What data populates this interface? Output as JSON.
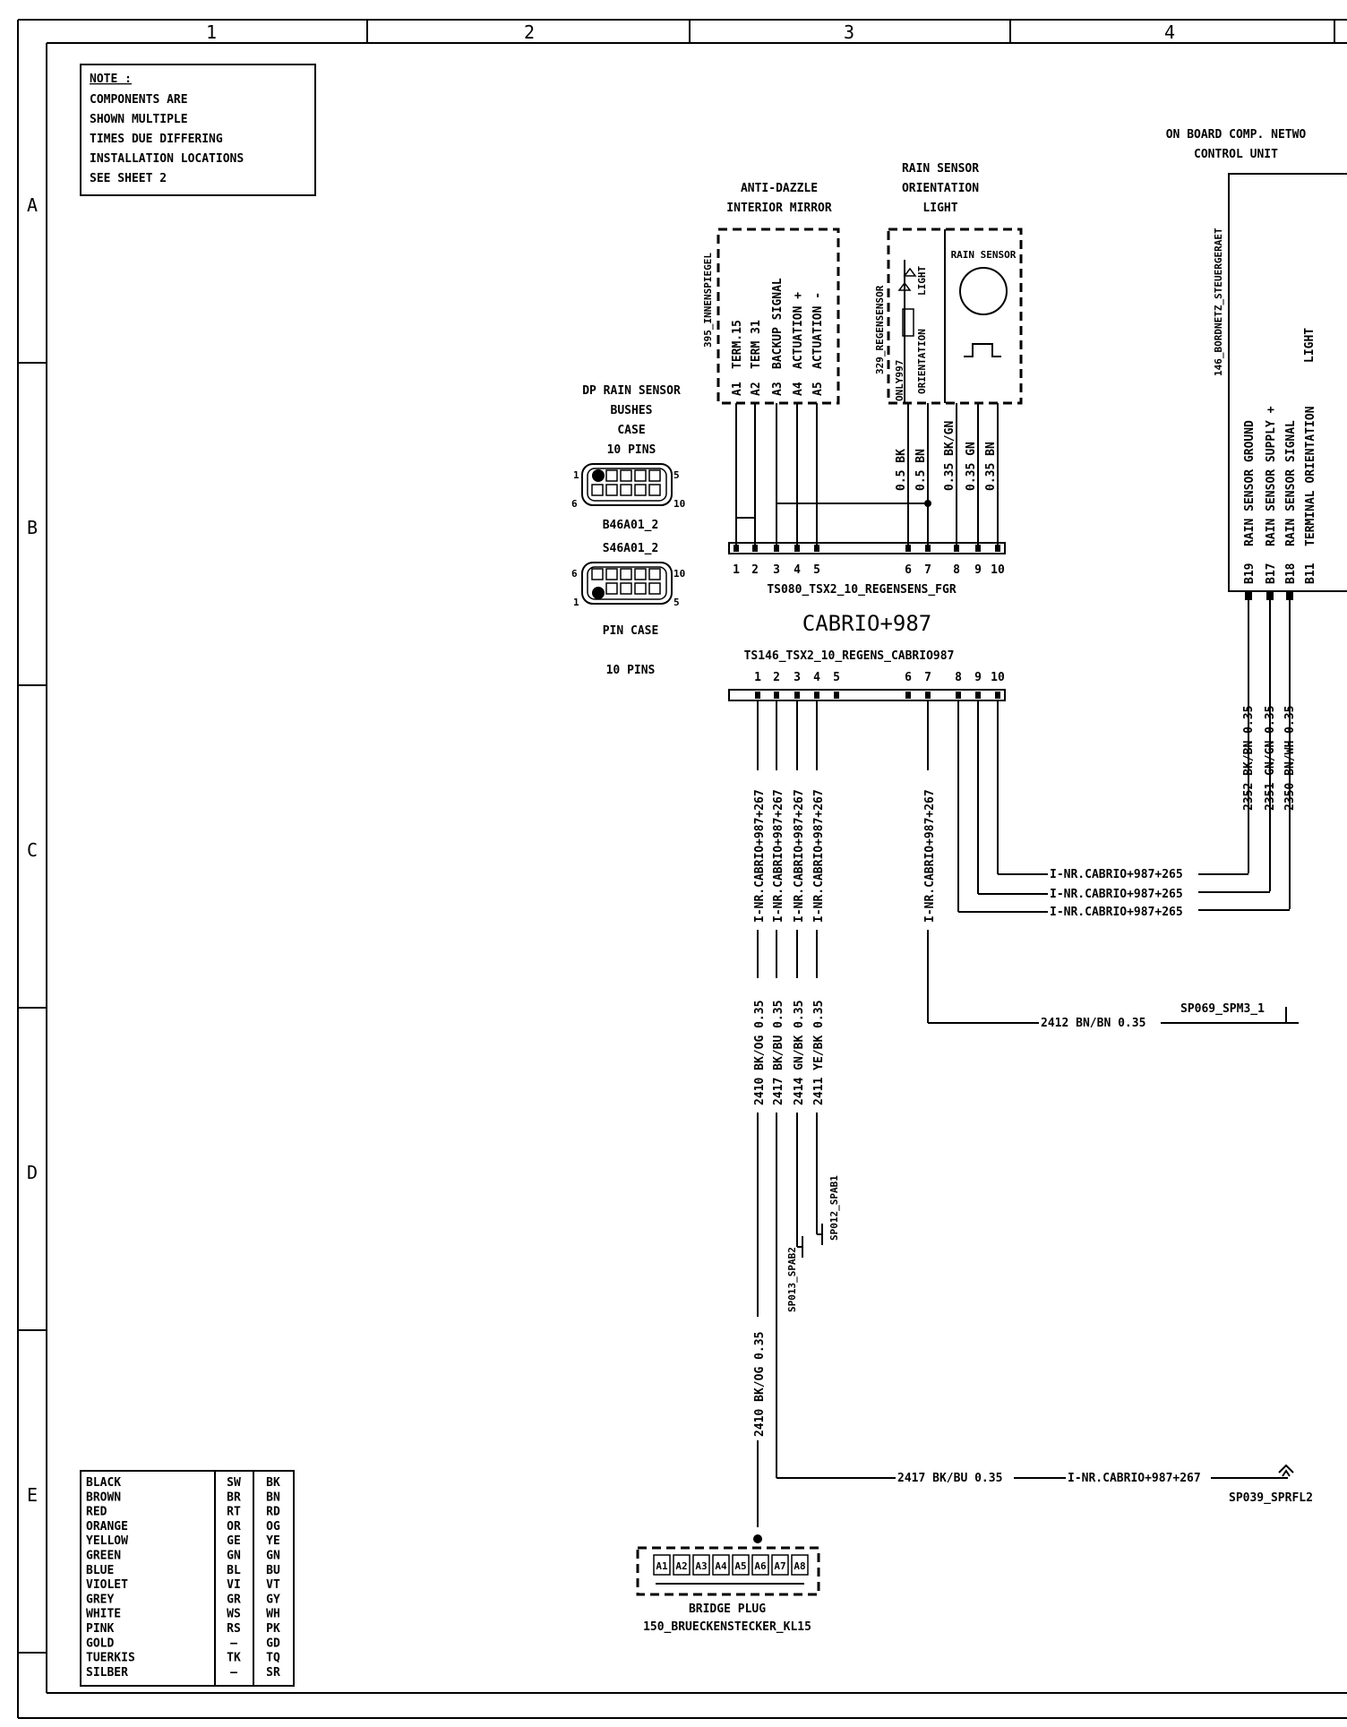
{
  "frame": {
    "columns": [
      "1",
      "2",
      "3",
      "4"
    ],
    "rows": [
      "A",
      "B",
      "C",
      "D",
      "E"
    ]
  },
  "note": {
    "title": "NOTE :",
    "lines": [
      "COMPONENTS ARE",
      "SHOWN MULTIPLE",
      "TIMES DUE DIFFERING",
      "INSTALLATION LOCATIONS",
      "SEE SHEET 2"
    ]
  },
  "mirror": {
    "title": [
      "ANTI-DAZZLE",
      "INTERIOR MIRROR"
    ],
    "id": "395_INNENSPIEGEL",
    "pins": [
      {
        "pin": "A1",
        "label": "TERM.15"
      },
      {
        "pin": "A2",
        "label": "TERM 31"
      },
      {
        "pin": "A3",
        "label": "BACKUP SIGNAL"
      },
      {
        "pin": "A4",
        "label": "ACTUATION +"
      },
      {
        "pin": "A5",
        "label": "ACTUATION -"
      }
    ]
  },
  "rain_sensor": {
    "title": [
      "RAIN SENSOR",
      "ORIENTATION",
      "LIGHT"
    ],
    "id": "329_REGENSENSOR",
    "inner_label": "RAIN SENSOR",
    "only_label": "ONLY997",
    "orientation_label": "ORIENTATION",
    "light_label": "LIGHT"
  },
  "upper_wires": [
    "0.5 BK",
    "0.5 BN",
    "0.35 BK/GN",
    "0.35 GN",
    "0.35 BN"
  ],
  "connector_legend": {
    "title": [
      "DP RAIN SENSOR",
      "BUSHES",
      "CASE",
      "10 PINS"
    ],
    "bushes_id": "B46A01_2",
    "pins_id": "S46A01_2",
    "pin_case": "PIN CASE",
    "pin_case_pins": "10 PINS",
    "labels": {
      "one": "1",
      "five": "5",
      "six": "6",
      "ten": "10"
    }
  },
  "conn_upper": {
    "pins": [
      "1",
      "2",
      "3",
      "4",
      "5",
      "6",
      "7",
      "8",
      "9",
      "10"
    ],
    "id": "TS080_TSX2_10_REGENSENS_FGR"
  },
  "variant_label": "CABRIO+987",
  "conn_lower": {
    "id": "TS146_TSX2_10_REGENS_CABRIO987",
    "pins": [
      "1",
      "2",
      "3",
      "4",
      "5",
      "6",
      "7",
      "8",
      "9",
      "10"
    ]
  },
  "control_unit": {
    "title": [
      "ON BOARD COMP. NETWO",
      "CONTROL UNIT"
    ],
    "id": "146_BORDNETZ_STEUERGERAET",
    "light_label": "LIGHT",
    "pins": [
      {
        "pin": "B19",
        "label": "RAIN SENSOR GROUND"
      },
      {
        "pin": "B17",
        "label": "RAIN SENSOR SUPPLY +"
      },
      {
        "pin": "B18",
        "label": "RAIN SENSOR SIGNAL"
      },
      {
        "pin": "B11",
        "label": "TERMINAL  ORIENTATION"
      }
    ],
    "wires": [
      "2352 BK/BN 0.35",
      "2351 GN/GN 0.35",
      "2350 BN/WH 0.35"
    ]
  },
  "inr_vertical": "I-NR.CABRIO+987+267",
  "inr_horizontal": "I-NR.CABRIO+987+265",
  "inr_bottom": "I-NR.CABRIO+987+267",
  "lower_wires": [
    "2410 BK/OG 0.35",
    "2417 BK/BU 0.35",
    "2414 GN/BK 0.35",
    "2411 YE/BK 0.35"
  ],
  "wire_2412": "2412 BN/BN 0.35",
  "ground_spm3": "SP069_SPM3_1",
  "splice_b1": "SP012_SPAB1",
  "splice_b2": "SP013_SPAB2",
  "wire_2410_lower": "2410 BK/OG 0.35",
  "wire_2417_bottom": "2417 BK/BU 0.35",
  "splice_fl2": "SP039_SPRFL2",
  "bridge_plug": {
    "pins": [
      "A1",
      "A2",
      "A3",
      "A4",
      "A5",
      "A6",
      "A7",
      "A8"
    ],
    "title": "BRIDGE PLUG",
    "id": "150_BRUECKENSTECKER_KL15"
  },
  "color_table": [
    {
      "name": "BLACK",
      "de": "SW",
      "en": "BK"
    },
    {
      "name": "BROWN",
      "de": "BR",
      "en": "BN"
    },
    {
      "name": "RED",
      "de": "RT",
      "en": "RD"
    },
    {
      "name": "ORANGE",
      "de": "OR",
      "en": "OG"
    },
    {
      "name": "YELLOW",
      "de": "GE",
      "en": "YE"
    },
    {
      "name": "GREEN",
      "de": "GN",
      "en": "GN"
    },
    {
      "name": "BLUE",
      "de": "BL",
      "en": "BU"
    },
    {
      "name": "VIOLET",
      "de": "VI",
      "en": "VT"
    },
    {
      "name": "GREY",
      "de": "GR",
      "en": "GY"
    },
    {
      "name": "WHITE",
      "de": "WS",
      "en": "WH"
    },
    {
      "name": "PINK",
      "de": "RS",
      "en": "PK"
    },
    {
      "name": "GOLD",
      "de": "—",
      "en": "GD"
    },
    {
      "name": "TUERKIS",
      "de": "TK",
      "en": "TQ"
    },
    {
      "name": "SILBER",
      "de": "—",
      "en": "SR"
    }
  ]
}
